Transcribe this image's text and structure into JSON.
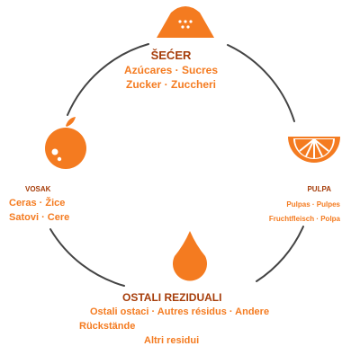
{
  "colors": {
    "accent": "#f47b20",
    "title": "#a63d0a",
    "ring": "#444444"
  },
  "nodes": {
    "sugar": {
      "icon": "sugar-pile-icon",
      "title": "ŠEĆER",
      "lines": [
        "Azúcares · Sucres",
        "Zucker · Zuccheri"
      ]
    },
    "wax": {
      "icon": "orange-fruit-icon",
      "title": "VOSAK",
      "lines": [
        "Ceras · Žice",
        "Satovi · Cere"
      ]
    },
    "pulp": {
      "icon": "orange-slice-icon",
      "title": "PULPA",
      "lines": [
        "Pulpas · Pulpes",
        "Fruchtfleisch · Polpa"
      ]
    },
    "residues": {
      "icon": "drop-icon",
      "title": "OSTALI REZIDUALI",
      "lines": [
        "Ostali ostaci · Autres résidus · Andere",
        "Rückstände",
        "Altri residui"
      ]
    }
  }
}
